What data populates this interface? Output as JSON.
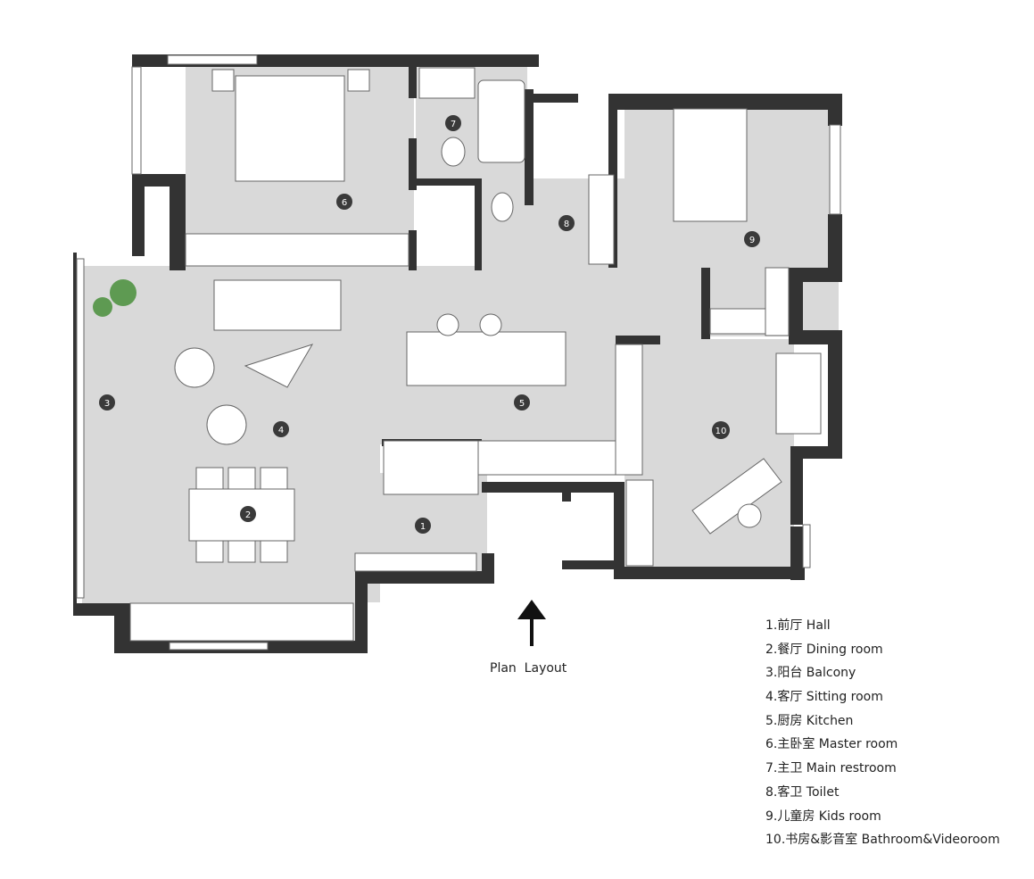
{
  "caption": "Plan  Layout",
  "rooms": [
    {
      "id": "1",
      "label": "1.前厅 Hall"
    },
    {
      "id": "2",
      "label": "2.餐厅 Dining room"
    },
    {
      "id": "3",
      "label": "3.阳台 Balcony"
    },
    {
      "id": "4",
      "label": "4.客厅 Sitting room"
    },
    {
      "id": "5",
      "label": "5.厨房 Kitchen"
    },
    {
      "id": "6",
      "label": "6.主卧室 Master room"
    },
    {
      "id": "7",
      "label": "7.主卫 Main restroom"
    },
    {
      "id": "8",
      "label": "8.客卫 Toilet"
    },
    {
      "id": "9",
      "label": "9.儿童房 Kids room"
    },
    {
      "id": "10",
      "label": "10.书房&影音室 Bathroom&Videoroom"
    }
  ],
  "colors": {
    "floor": "#d9d9d9",
    "wall": "#333333",
    "badge": "#3a3a3a",
    "plant": "#5e9a52"
  }
}
